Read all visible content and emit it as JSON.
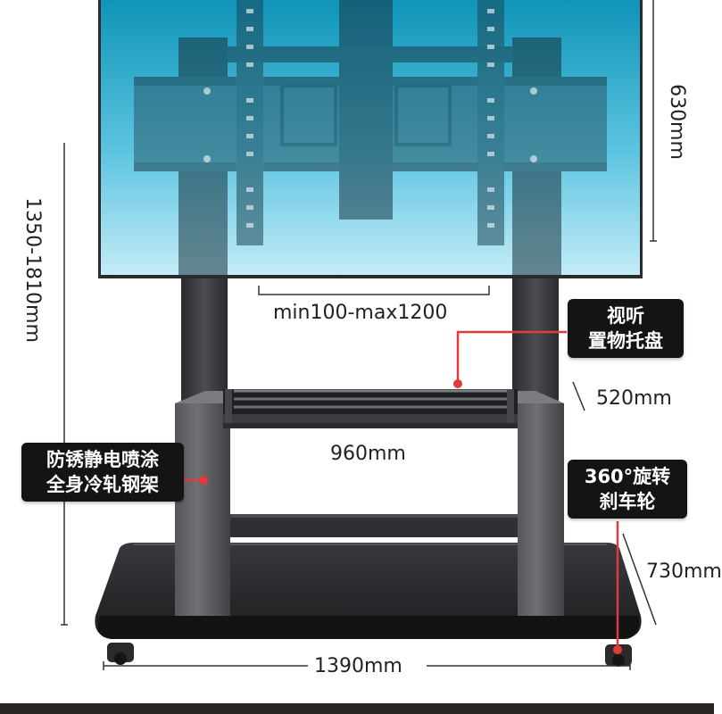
{
  "dimensions": {
    "screen_height": "630mm",
    "total_height": "1350-1810mm",
    "vesa_range": "min100-max1200",
    "tray_depth": "520mm",
    "inner_width": "960mm",
    "base_depth": "730mm",
    "base_width": "1390mm"
  },
  "callouts": {
    "tray": {
      "line1": "视听",
      "line2": "置物托盘"
    },
    "frame": {
      "line1": "防锈静电喷涂",
      "line2": "全身冷轧钢架"
    },
    "wheels": {
      "line1": "360°旋转",
      "line2": "刹车轮"
    }
  },
  "colors": {
    "screen_top": "#0f94b8",
    "screen_bottom": "#bdeaf6",
    "frame": "#3a3c40",
    "callout_bg": "#141414",
    "accent_dot": "#e23a3a"
  }
}
